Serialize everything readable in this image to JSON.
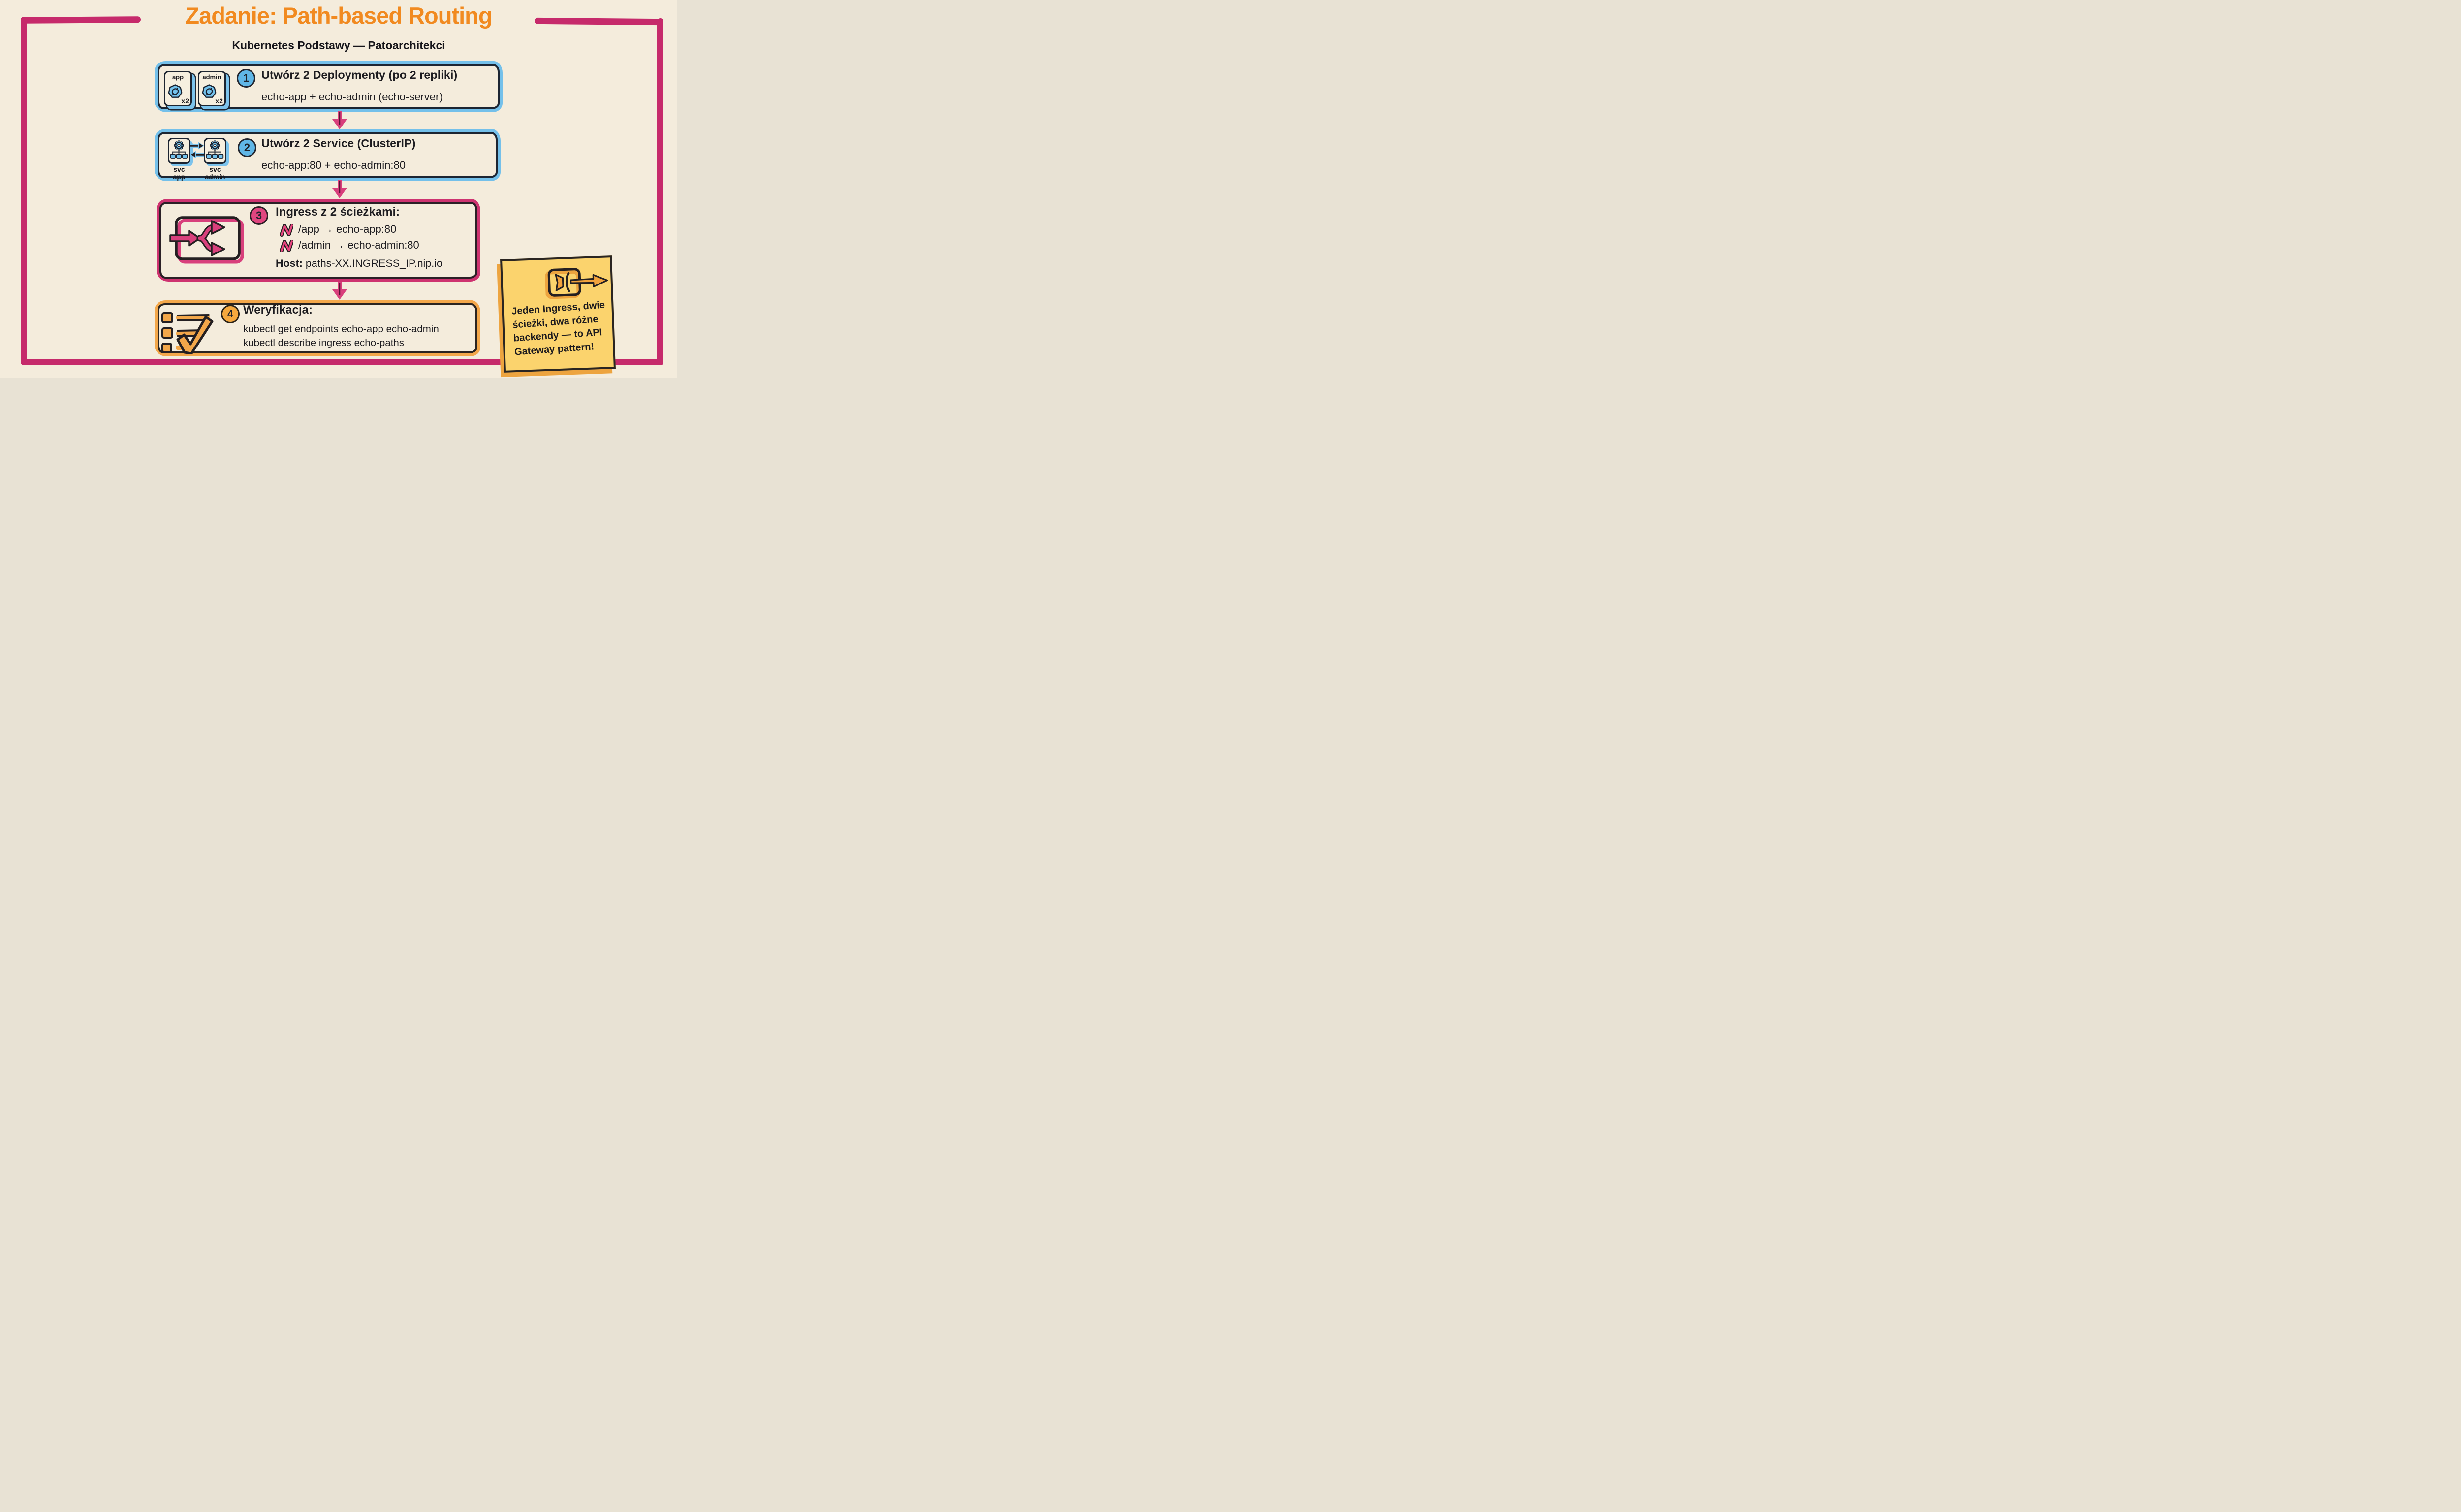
{
  "header": {
    "title": "Zadanie: Path-based Routing",
    "subtitle": "Kubernetes Podstawy — Patoarchitekci"
  },
  "colors": {
    "background": "#f4ecdc",
    "frame_pink": "#c62a6b",
    "accent_pink": "#d8407c",
    "accent_blue": "#74c0ea",
    "accent_orange": "#f3a74a",
    "title_orange": "#f18a20",
    "note_yellow": "#fbd36d",
    "note_shadow": "#eda43f",
    "text_dark": "#1d1c20"
  },
  "steps": [
    {
      "number": "1",
      "title": "Utwórz 2 Deploymenty (po 2 repliki)",
      "subtitle": "echo-app + echo-admin (echo-server)",
      "cards": [
        {
          "label": "app",
          "count": "x2"
        },
        {
          "label": "admin",
          "count": "x2"
        }
      ]
    },
    {
      "number": "2",
      "title": "Utwórz 2 Service (ClusterIP)",
      "subtitle": "echo-app:80 + echo-admin:80",
      "services": [
        {
          "line1": "svc",
          "line2": "app"
        },
        {
          "line1": "svc",
          "line2": "admin"
        }
      ]
    },
    {
      "number": "3",
      "title": "Ingress z 2 ścieżkami:",
      "paths": [
        {
          "text": "/app → echo-app:80"
        },
        {
          "text": "/admin → echo-admin:80"
        }
      ],
      "host_label": "Host:",
      "host_value": " paths-XX.INGRESS_IP.nip.io"
    },
    {
      "number": "4",
      "title": "Weryfikacja:",
      "lines": [
        "kubectl get endpoints echo-app echo-admin",
        "kubectl describe ingress echo-paths"
      ]
    }
  ],
  "note": {
    "lines": [
      "Jeden Ingress, dwie",
      "ścieżki, dwa różne",
      "backendy — to API",
      "Gateway pattern!"
    ]
  },
  "icons": {
    "deployment_badge": "sync-cycle-heptagon",
    "service": "gear-over-endpoints-tree",
    "ingress_fork": "arrow-splitting-two-ways",
    "verification": "checklist-with-checkmark",
    "note_icon": "ingress-gateway-arrow"
  }
}
